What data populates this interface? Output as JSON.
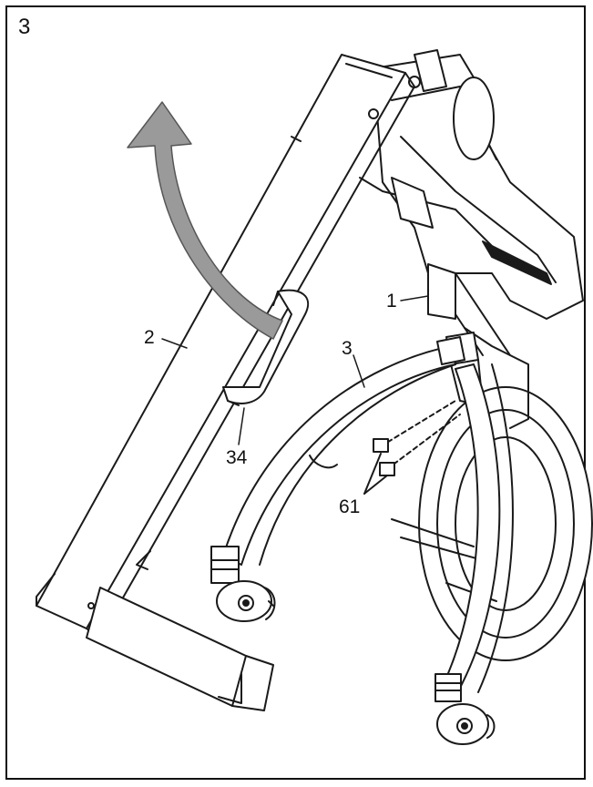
{
  "step_number": "3",
  "callouts": {
    "frame_2": "2",
    "part_1": "1",
    "leg_3": "3",
    "handle_34": "34",
    "bolts_61": "61"
  },
  "colors": {
    "arrow_fill": "#9a9a9a",
    "line": "#1a1a1a",
    "background": "#ffffff"
  },
  "icons": {
    "rotation_arrow": "curved-arrow-up-left"
  }
}
